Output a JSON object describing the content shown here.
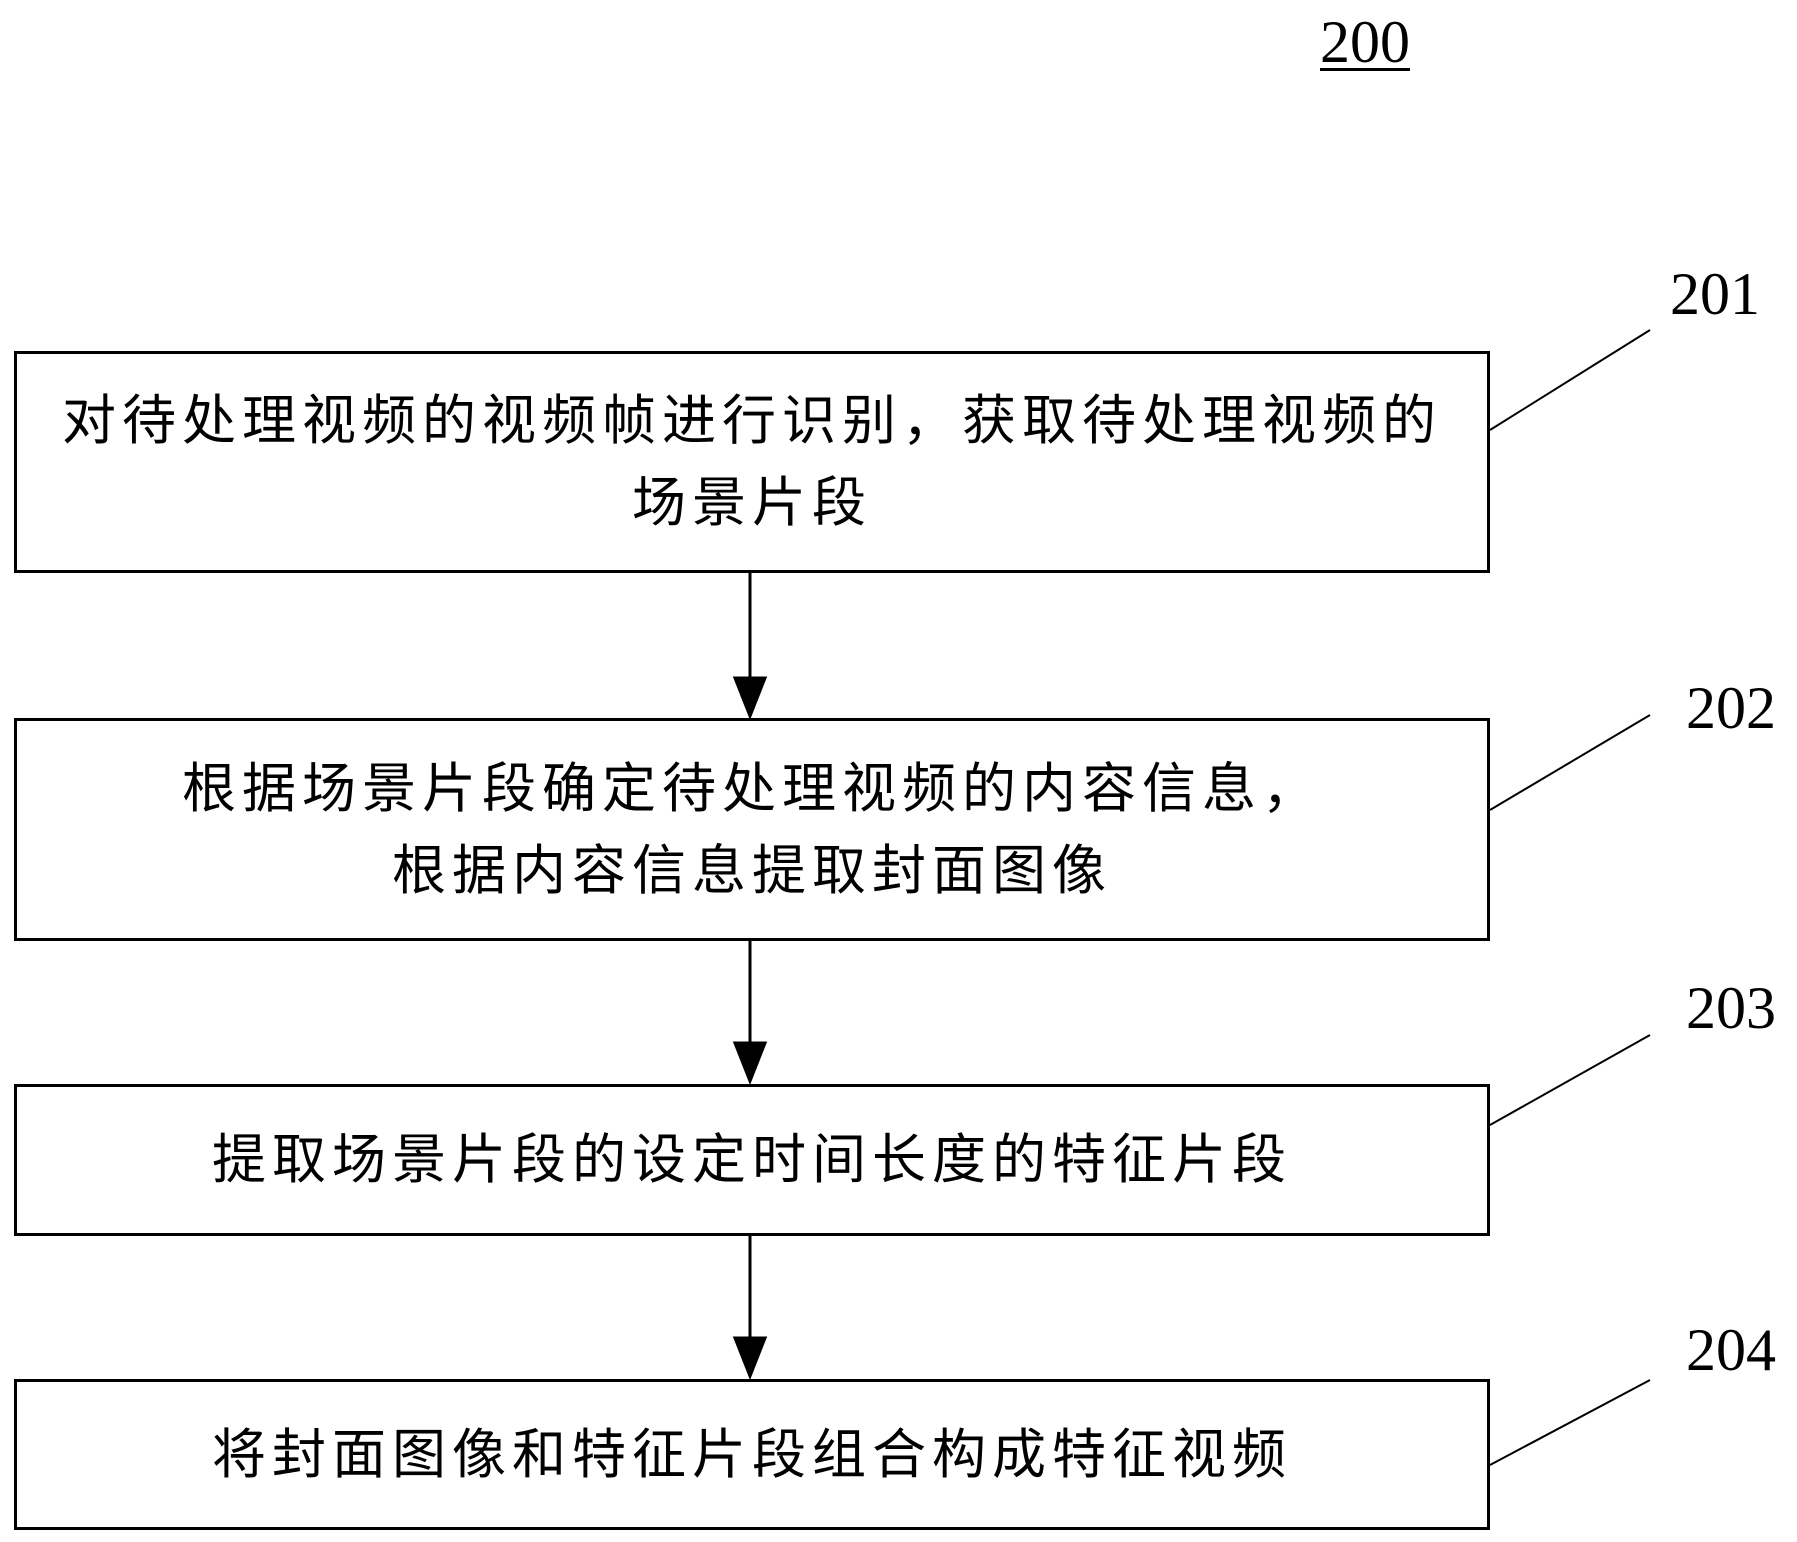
{
  "figure_number": "200",
  "steps": [
    {
      "label": "201",
      "text": "对待处理视频的视频帧进行识别，获取待处理视频的场景片段"
    },
    {
      "label": "202",
      "text": "根据场景片段确定待处理视频的内容信息，\n根据内容信息提取封面图像"
    },
    {
      "label": "203",
      "text": "提取场景片段的设定时间长度的特征片段"
    },
    {
      "label": "204",
      "text": "将封面图像和特征片段组合构成特征视频"
    }
  ]
}
